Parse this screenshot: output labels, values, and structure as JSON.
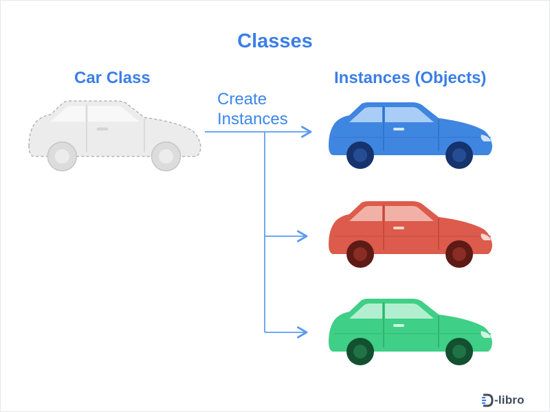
{
  "diagram": {
    "title": "Classes",
    "class_heading": "Car Class",
    "instances_heading": "Instances (Objects)",
    "arrow_label_line1": "Create",
    "arrow_label_line2": "Instances"
  },
  "logo": {
    "mark": "D",
    "text": "-libro"
  },
  "colors": {
    "accent": "#3b7ee6",
    "class_car": "#ececec",
    "blue_car": "#3f86e0",
    "red_car": "#dc5b4c",
    "green_car": "#3fcf86"
  },
  "icons": [
    "car-class-outline-icon",
    "blue-car-icon",
    "red-car-icon",
    "green-car-icon",
    "arrow-icon",
    "dlibro-logo-icon"
  ]
}
